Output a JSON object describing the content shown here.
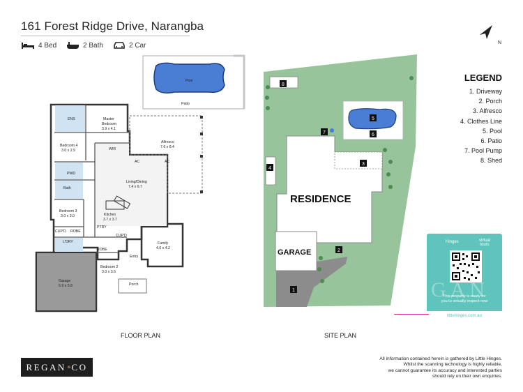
{
  "header": {
    "address": "161 Forest Ridge Drive, Narangba",
    "beds": "4 Bed",
    "baths": "2 Bath",
    "cars": "2 Car"
  },
  "compass": {
    "label": "N"
  },
  "legend": {
    "title": "LEGEND",
    "items": [
      "1. Driveway",
      "2. Porch",
      "3. Alfresco",
      "4. Clothes Line",
      "5. Pool",
      "6. Patio",
      "7. Pool Pump",
      "8. Shed"
    ]
  },
  "floor_plan": {
    "caption": "FLOOR PLAN",
    "rooms": {
      "pool": "Pool",
      "patio": "Patio",
      "ens": "ENS",
      "master": "Master",
      "master2": "Bedroom",
      "master_dim": "3.9 x 4.1",
      "wir": "WIR",
      "bed4": "Bedroom 4",
      "bed4_dim": "3.0 x 2.9",
      "alfresco": "Alfresco",
      "alfresco_dim": "7.6 x 8.4",
      "ac1": "AC",
      "ac2": "AC",
      "pwd": "PWD",
      "bath": "Bath",
      "living": "Living/Dining",
      "living_dim": "7.4 x 6.7",
      "bed3": "Bedroom 3",
      "bed3_dim": "3.0 x 3.0",
      "kitchen": "Kitchen",
      "kitchen_dim": "3.7 x 3.7",
      "ptry": "PTRY",
      "cupd1": "CUP'D",
      "robe1": "ROBE",
      "cupd2": "CUP'D",
      "family": "Family",
      "family_dim": "4.0 x 4.2",
      "ldry": "L'DRY",
      "robe2": "ROBE",
      "bed2": "Bedroom 2",
      "bed2_dim": "3.0 x 3.6",
      "entry": "Entry",
      "garage": "Garage",
      "garage_dim": "5.9 x 5.8",
      "porch": "Porch"
    }
  },
  "site_plan": {
    "caption": "SITE PLAN",
    "residence": "RESIDENCE",
    "garage": "GARAGE",
    "markers": [
      "1",
      "2",
      "3",
      "4",
      "5",
      "6",
      "7",
      "8"
    ]
  },
  "promo": {
    "brand": "Hinges",
    "virtual": "virtual",
    "tours": "tours",
    "ghost": "GAN",
    "ready_line1": "This property is ready for",
    "ready_line2": "you to virtually inspect now",
    "site": "littlehinges.com.au"
  },
  "logo": {
    "name_left": "REGAN",
    "amp": "&",
    "name_right": "CO"
  },
  "disclaimer": [
    "All information contained herein is gathered by Little Hinges.",
    "Whilst the scanning technology is highly reliable,",
    "we cannot guarantee its accuracy and interested parties",
    "should rely on their own enquiries."
  ],
  "colors": {
    "pool": "#4a7ed4",
    "grass": "#97c49a",
    "promo": "#5ec4bc",
    "wet_area": "#cfe3f2",
    "driveway": "#8c8c8c"
  }
}
